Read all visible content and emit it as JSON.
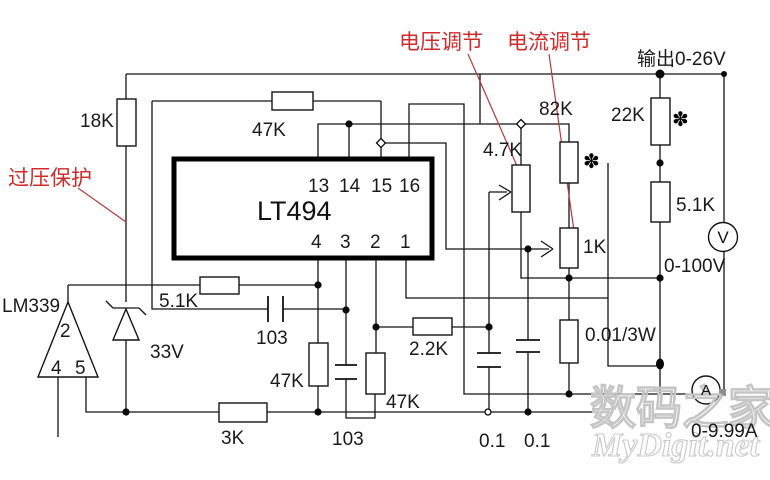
{
  "schematic": {
    "ic": {
      "name": "LT494",
      "pins_top": [
        "13",
        "14",
        "15",
        "16"
      ],
      "pins_bottom": [
        "4",
        "3",
        "2",
        "1"
      ]
    },
    "comparator": {
      "name": "LM339",
      "pin2": "2",
      "pin4": "4",
      "pin5": "5"
    },
    "annotations": {
      "overvoltage_protect": "过压保护",
      "voltage_adjust": "电压调节",
      "current_adjust": "电流调节",
      "output": "输出0-26V"
    },
    "resistors": {
      "r18k": "18K",
      "r47k_top": "47K",
      "r5k1_left": "5.1K",
      "r47k_a": "47K",
      "r47k_b": "47K",
      "r3k": "3K",
      "r2k2": "2.2K",
      "r4k7_pot": "4.7K",
      "r82k": "82K",
      "r1k_pot": "1K",
      "r22k": "22K",
      "r5k1_right": "5.1K",
      "r_shunt": "0.01/3W"
    },
    "capacitors": {
      "c103_left": "103",
      "c103_bottom": "103",
      "c01_a": "0.1",
      "c01_b": "0.1"
    },
    "zener": "33V",
    "meters": {
      "voltmeter": "V",
      "voltmeter_range": "0-100V",
      "ammeter": "A",
      "ammeter_range": "0-9.99A"
    },
    "marks": {
      "star1": "✽",
      "star2": "✽"
    }
  },
  "watermark": {
    "line1": "数码之家",
    "line2": "MyDigit.net"
  },
  "colors": {
    "annotation_red": "#cf2b2b",
    "leader_red": "#b23b3b",
    "line_black": "#141414",
    "watermark_gray": "#c5c5c5"
  }
}
